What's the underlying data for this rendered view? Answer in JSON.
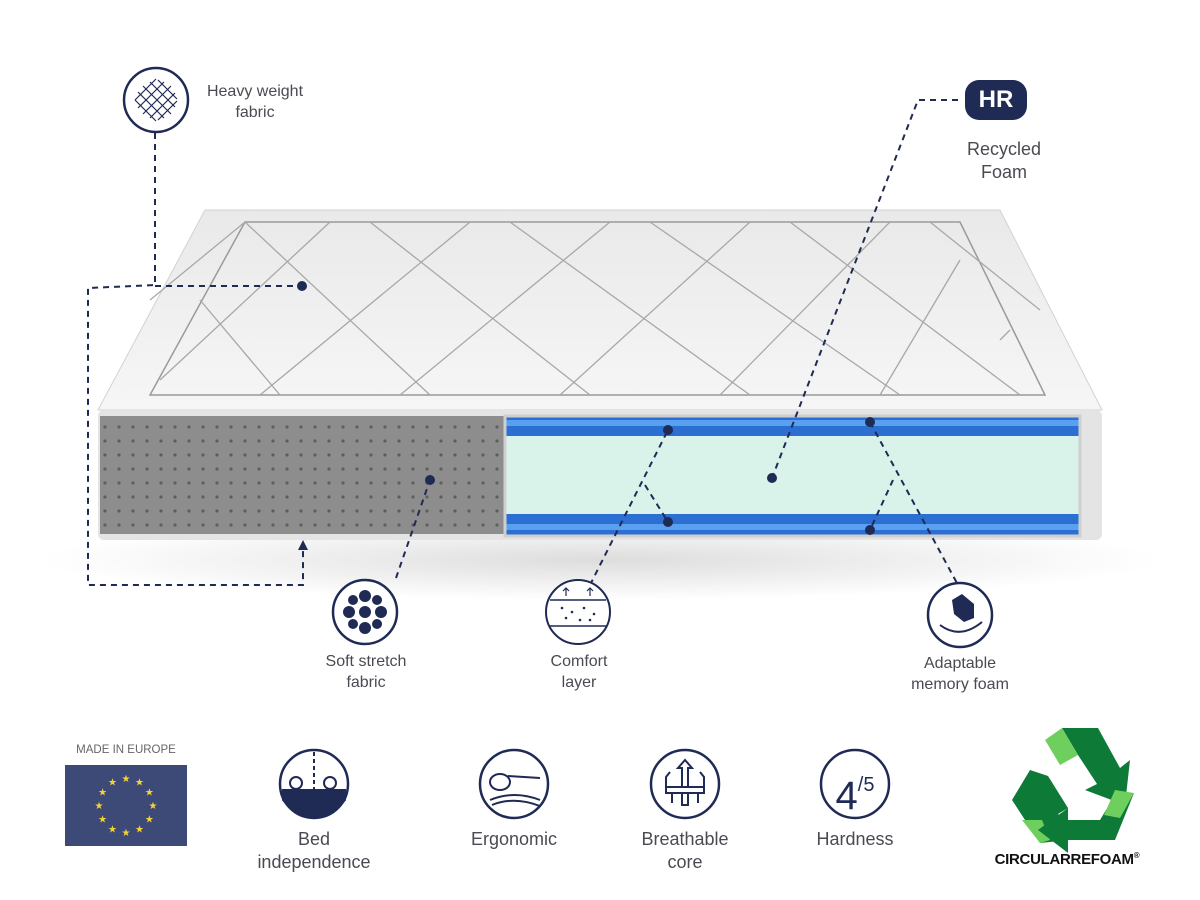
{
  "colors": {
    "navy": "#1f2a55",
    "foam_mint": "#d9f3ea",
    "foam_blue": "#2f72d6",
    "fabric_gray": "#8a8a8a",
    "recycle_dark": "#0d7a37",
    "recycle_light": "#6fcf5e",
    "eu_blue": "#3d4a78",
    "eu_star": "#f2d23a"
  },
  "callouts": {
    "heavy_fabric": {
      "line1": "Heavy weight",
      "line2": "fabric",
      "icon": "fabric-weave-icon"
    },
    "recycled_foam": {
      "badge": "HR",
      "line1": "Recycled",
      "line2": "Foam"
    },
    "soft_stretch": {
      "line1": "Soft stretch",
      "line2": "fabric",
      "icon": "stretch-fabric-icon"
    },
    "comfort_layer": {
      "line1": "Comfort",
      "line2": "layer",
      "icon": "comfort-layer-icon"
    },
    "memory_foam": {
      "line1": "Adaptable",
      "line2": "memory foam",
      "icon": "hand-press-icon"
    }
  },
  "features": {
    "made_in": "MADE IN EUROPE",
    "bed_independence": {
      "line1": "Bed",
      "line2": "independence"
    },
    "ergonomic": {
      "line1": "Ergonomic"
    },
    "breathable": {
      "line1": "Breathable",
      "line2": "core"
    },
    "hardness": {
      "label": "Hardness",
      "value": "4",
      "max": "/5"
    },
    "brand": "CIRCULARREFOAM",
    "brand_mark": "®"
  }
}
